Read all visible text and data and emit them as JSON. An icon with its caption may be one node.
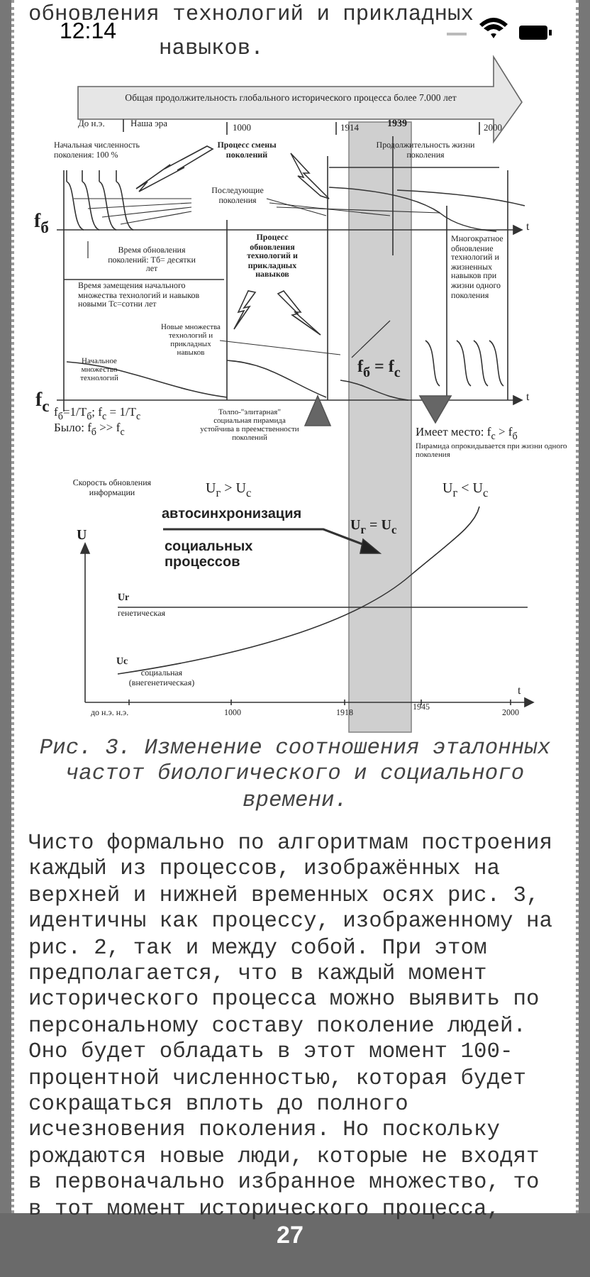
{
  "diagram": {
    "caption": "Рис. 3. Изменение соотношения эталонных частот биологического и социального времени.",
    "labels": [
      "обновления технологий и прикладных",
      "навыков.",
      "12:14",
      "Общая продолжительность глобального исторического процесса более 7.000 лет",
      "До н.э.",
      "Наша эра",
      "1000",
      "1914",
      "1939",
      "2000",
      "Начальная численность поколения: 100 %",
      "Процесс смены поколений",
      "Продолжительность жизни поколения",
      "Последующие поколения",
      "f$_{б}$",
      "t",
      "Время обновления поколений: Tб= десятки лет",
      "Время замещения начального множества технологий и навыков новыми Tc=сотни лет",
      "Процесс обновления технологий и прикладных навыков",
      "Многократное обновление технологий и жизненных навыков при жизни одного поколения",
      "Новые множества технологий и прикладных навыков",
      "Начальное множество технологий",
      "f$_{б}$ = f$_{с}$",
      "f$_{с}$",
      "t",
      "f$_{б}$=1/T$_{б}$; f$_{с}$ = 1/T$_{с}$",
      "Было: f$_{б}$ >> f$_{с}$",
      "Толпо-\"элитарная\" социальная пирамида устойчива в преемственности поколений",
      "Имеет место: f$_{с}$ > f$_{б}$",
      "Пирамида опрокидывается при жизни одного поколения",
      "Скорость обновления информации",
      "U$_{г}$ > U$_{с}$",
      "U$_{г}$ < U$_{с}$",
      "автосинхронизация",
      "социальных процессов",
      "U$_{г}$ = U$_{с}$",
      "U",
      "Ur",
      "генетическая",
      "Uc",
      "социальная (внегенетическая)",
      "t",
      "до н.э. н.э.",
      "1000",
      "1918",
      "1945",
      "2000",
      "Чисто формально по алгоритмам построения каждый из процессов, изображённых на верхней и нижней временных осях рис. 3, идентичны как процессу, изображенному на рис. 2, так и между собой. При этом предполагается, что в каждый момент исторического процесса можно выявить по персональному составу поколение людей. Оно будет обладать в этот момент 100-процентной численностью, которая будет сокращаться вплоть до полного исчезновения поколения. Но поскольку рождаются новые люди, которые не входят в первоначально избранное множество, то в тот момент исторического процесса,",
      "27"
    ]
  }
}
